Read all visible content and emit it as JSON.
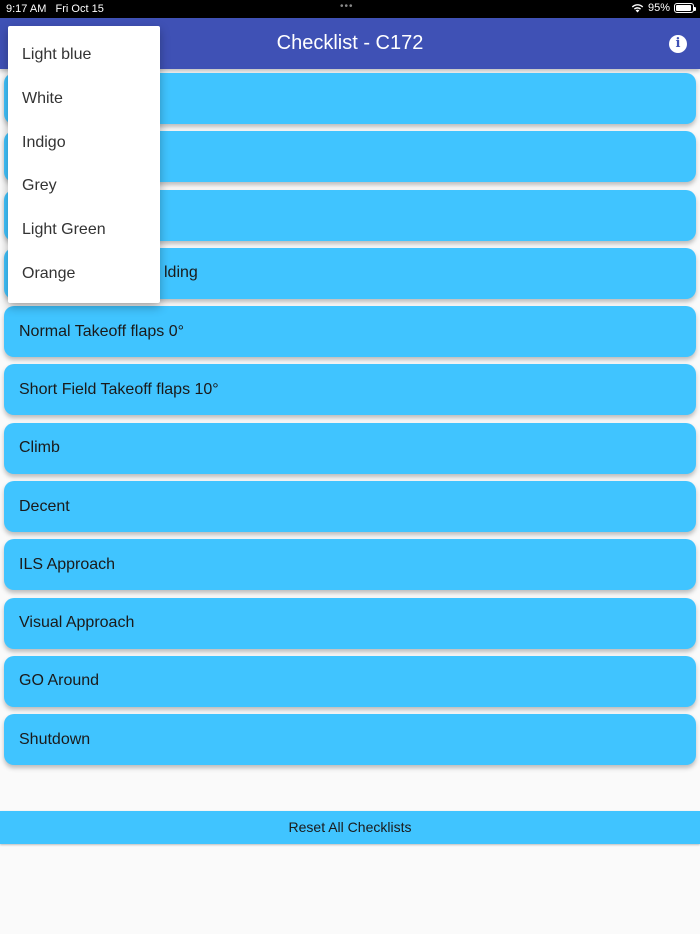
{
  "status_bar": {
    "time": "9:17 AM",
    "date": "Fri Oct 15",
    "multitask_dots": "•••",
    "wifi_icon": "wifi-icon",
    "battery_percent": "95%"
  },
  "app_bar": {
    "title": "Checklist - C172",
    "info_icon": "i"
  },
  "checklists": [
    {
      "label": ""
    },
    {
      "label": ""
    },
    {
      "label": ""
    },
    {
      "label": "lding"
    },
    {
      "label": "Normal Takeoff flaps 0°"
    },
    {
      "label": "Short Field Takeoff flaps 10°"
    },
    {
      "label": "Climb"
    },
    {
      "label": "Decent"
    },
    {
      "label": "ILS Approach"
    },
    {
      "label": "Visual Approach"
    },
    {
      "label": "GO Around"
    },
    {
      "label": "Shutdown"
    }
  ],
  "reset_button": {
    "label": "Reset All Checklists"
  },
  "color_menu": {
    "options": [
      {
        "label": "Light blue"
      },
      {
        "label": "White"
      },
      {
        "label": "Indigo"
      },
      {
        "label": "Grey"
      },
      {
        "label": "Light Green"
      },
      {
        "label": "Orange"
      }
    ]
  },
  "colors": {
    "app_bar": "#3f51b5",
    "item": "#40c4ff",
    "background": "#fafafa"
  }
}
